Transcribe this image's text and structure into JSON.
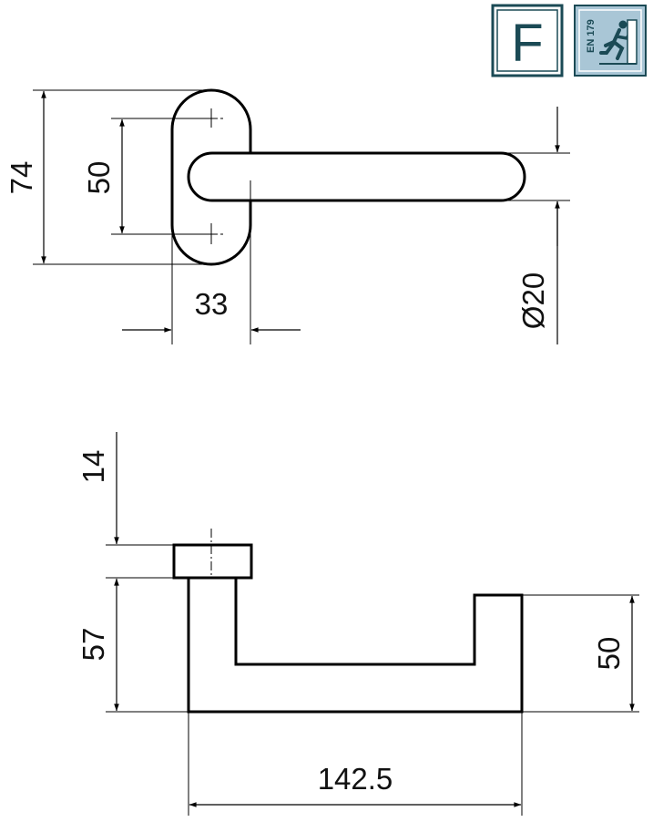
{
  "badges": {
    "fire_rating": "F",
    "escape_standard": "EN 179",
    "fire_icon": "letter-f-badge",
    "escape_icon": "running-man-exit-icon",
    "color": "#1b4a55",
    "escape_bg": "#a9c6d6"
  },
  "top_view": {
    "height_outer": "74",
    "height_holes": "50",
    "width_rose": "33",
    "diameter_handle": "Ø20"
  },
  "side_view": {
    "rose_thickness": "14",
    "handle_height": "57",
    "return_height": "50",
    "length": "142.5"
  }
}
